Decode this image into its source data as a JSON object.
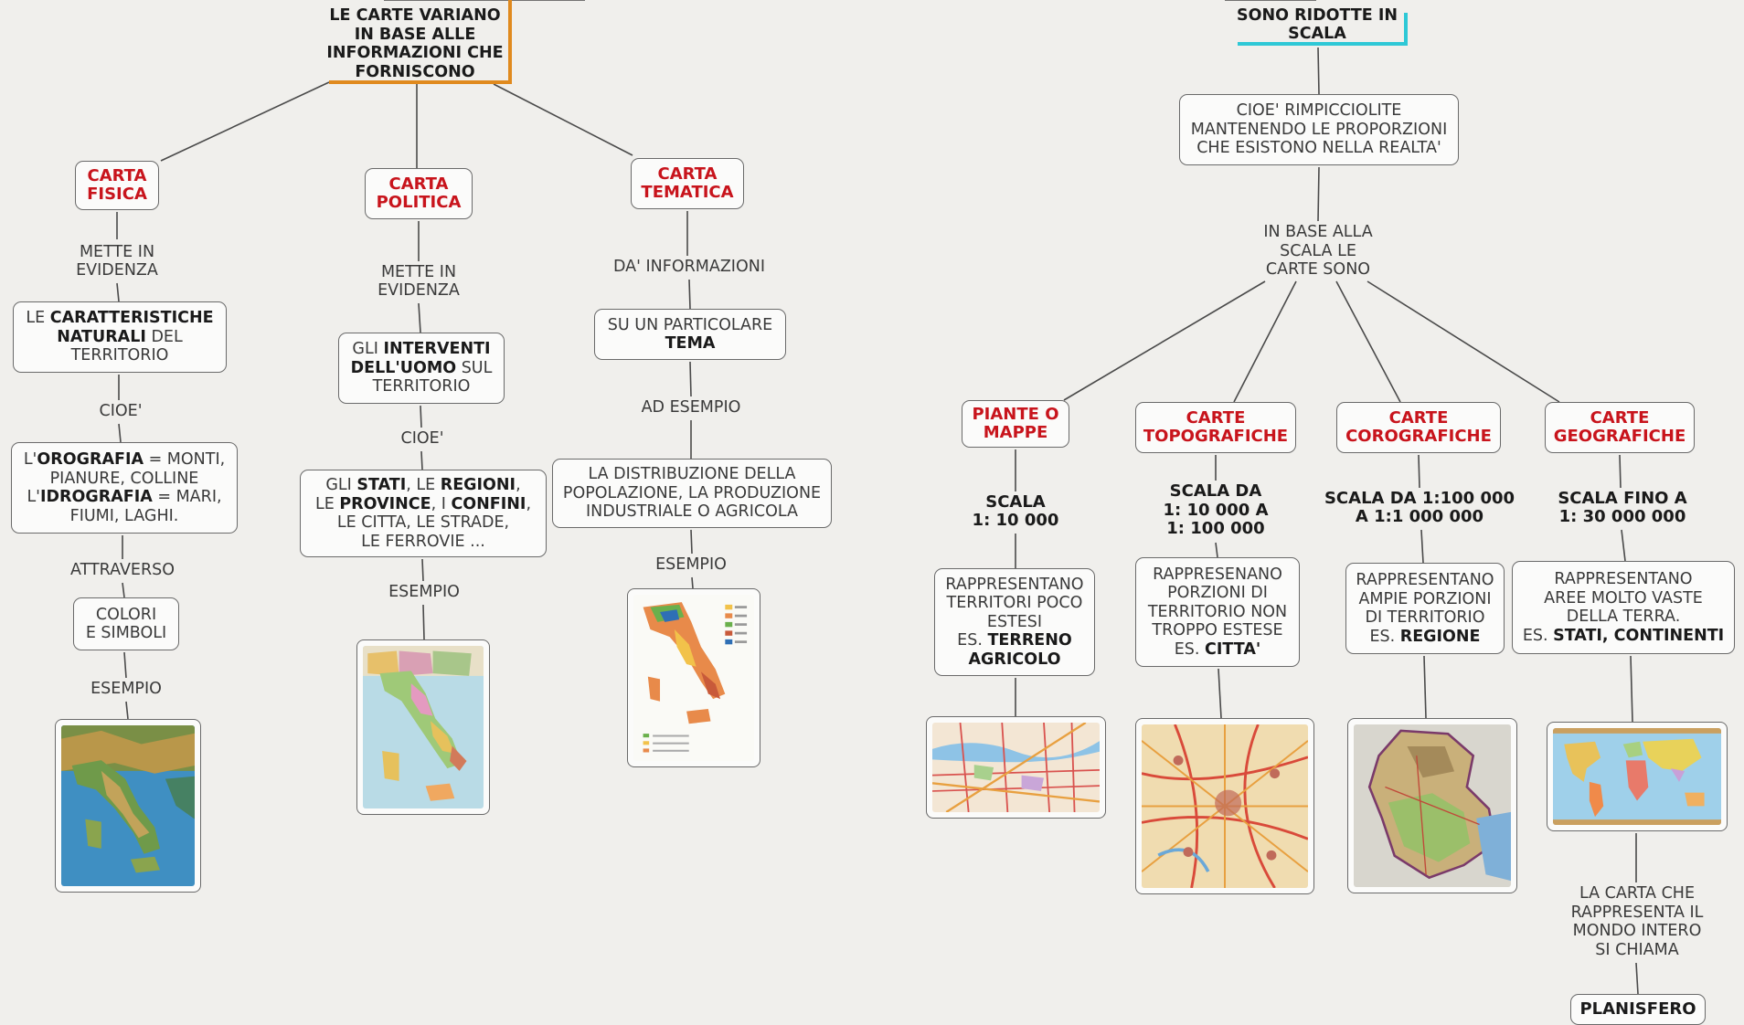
{
  "nodes": {
    "left_title": "LE CARTE VARIANO\nIN BASE ALLE\nINFORMAZIONI CHE\nFORNISCONO",
    "right_title": "SONO RIDOTTE IN\nSCALA",
    "carta_fisica": "CARTA\nFISICA",
    "carta_politica": "CARTA\nPOLITICA",
    "carta_tematica": "CARTA\nTEMATICA",
    "mette_in_evidenza_1": "METTE IN\nEVIDENZA",
    "mette_in_evidenza_2": "METTE IN\nEVIDENZA",
    "da_informazioni": "DA' INFORMAZIONI",
    "caratteristiche": [
      {
        "t": "LE "
      },
      {
        "t": "CARATTERISTICHE",
        "b": true
      },
      {
        "t": "\n"
      },
      {
        "t": "NATURALI",
        "b": true
      },
      {
        "t": " DEL\nTERRITORIO"
      }
    ],
    "interventi": [
      {
        "t": "GLI "
      },
      {
        "t": "INTERVENTI",
        "b": true
      },
      {
        "t": "\n"
      },
      {
        "t": "DELL'UOMO",
        "b": true
      },
      {
        "t": " SUL\nTERRITORIO"
      }
    ],
    "particolare_tema": [
      {
        "t": "SU UN PARTICOLARE\n"
      },
      {
        "t": "TEMA",
        "b": true
      }
    ],
    "cioe_1": "CIOE'",
    "cioe_2": "CIOE'",
    "ad_esempio": "AD ESEMPIO",
    "orografia": [
      {
        "t": "L'"
      },
      {
        "t": "OROGRAFIA",
        "b": true
      },
      {
        "t": " = MONTI,\nPIANURE, COLLINE\nL'"
      },
      {
        "t": "IDROGRAFIA",
        "b": true
      },
      {
        "t": " = MARI,\nFIUMI, LAGHI."
      }
    ],
    "stati": [
      {
        "t": "GLI "
      },
      {
        "t": "STATI",
        "b": true
      },
      {
        "t": ", LE "
      },
      {
        "t": "REGIONI",
        "b": true
      },
      {
        "t": ",\nLE "
      },
      {
        "t": "PROVINCE",
        "b": true
      },
      {
        "t": ", I "
      },
      {
        "t": "CONFINI",
        "b": true
      },
      {
        "t": ",\nLE CITTA, LE STRADE,\nLE FERROVIE ..."
      }
    ],
    "distribuzione": "LA DISTRIBUZIONE DELLA\nPOPOLAZIONE, LA PRODUZIONE\nINDUSTRIALE O AGRICOLA",
    "attraverso": "ATTRAVERSO",
    "esempio_politica": "ESEMPIO",
    "esempio_tematica": "ESEMPIO",
    "colori_simboli": "COLORI\nE SIMBOLI",
    "esempio_fisica": "ESEMPIO",
    "rimpicciolite": "CIOE' RIMPICCIOLITE\nMANTENENDO LE PROPORZIONI\nCHE ESISTONO NELLA REALTA'",
    "in_base_scala": "IN BASE ALLA\nSCALA LE\nCARTE SONO",
    "piante_mappe": "PIANTE O\nMAPPE",
    "carte_topografiche": "CARTE\nTOPOGRAFICHE",
    "carte_corografiche": "CARTE\nCOROGRAFICHE",
    "carte_geografiche": "CARTE\nGEOGRAFICHE",
    "scala_piante": "SCALA\n1: 10 000",
    "scala_topo": "SCALA DA\n1: 10 000 A\n1: 100 000",
    "scala_coro": "SCALA DA 1:100 000\nA 1:1 000 000",
    "scala_geo": "SCALA FINO A\n1: 30 000 000",
    "rapp_piante": [
      {
        "t": "RAPPRESENTANO\nTERRITORI POCO\nESTESI\nES. "
      },
      {
        "t": "TERRENO\nAGRICOLO",
        "b": true
      }
    ],
    "rapp_topo": [
      {
        "t": "RAPPRESENANO\nPORZIONI DI\nTERRITORIO NON\nTROPPO ESTESE\nES. "
      },
      {
        "t": "CITTA'",
        "b": true
      }
    ],
    "rapp_coro": [
      {
        "t": "RAPPRESENTANO\nAMPIE PORZIONI\nDI TERRITORIO\nES. "
      },
      {
        "t": "REGIONE",
        "b": true
      }
    ],
    "rapp_geo": [
      {
        "t": "RAPPRESENTANO\nAREE MOLTO VASTE\nDELLA TERRA.\nES. "
      },
      {
        "t": "STATI, CONTINENTI",
        "b": true
      }
    ],
    "mondo_intero": "LA CARTA CHE\nRAPPRESENTA IL\nMONDO INTERO\nSI CHIAMA",
    "planisfero": "PLANISFERO"
  },
  "colors": {
    "category_red": "#c8141c",
    "accent_orange": "#e08a1e",
    "accent_cyan": "#2ec8d6",
    "connector": "#4a4a4a",
    "background": "#f0efec"
  },
  "images": [
    {
      "id": "img_fisica",
      "icon": "physical-map-italy"
    },
    {
      "id": "img_politica",
      "icon": "political-map-italy"
    },
    {
      "id": "img_tematica",
      "icon": "thematic-map-italy"
    },
    {
      "id": "img_piante",
      "icon": "city-plan-map"
    },
    {
      "id": "img_topo",
      "icon": "topographic-road-map"
    },
    {
      "id": "img_coro",
      "icon": "regional-map"
    },
    {
      "id": "img_geo",
      "icon": "world-map"
    }
  ]
}
